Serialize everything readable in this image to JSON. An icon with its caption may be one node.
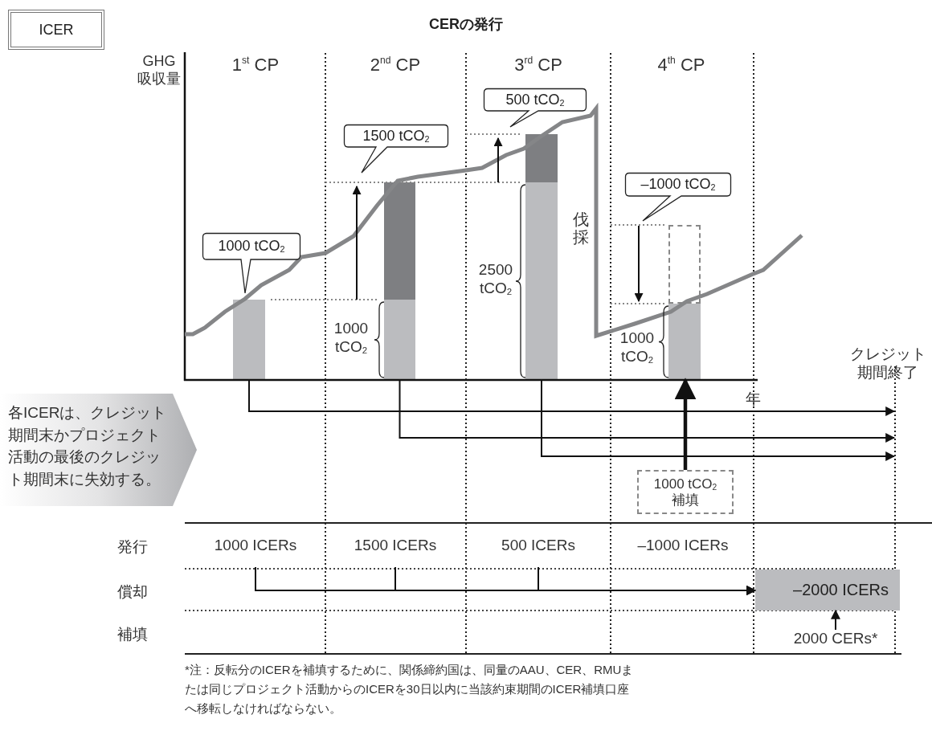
{
  "diagram": {
    "title": "CERの発行",
    "caption": "*注：反転分のICERを補填するために、関係締約国は、同量のAAU、CER、RMUまたは同じプロジェクト活動からのICERを30日以内に当該約束期間のICER補填口座へ移転しなければならない。",
    "nodes": [
      {
        "text": [
          "ICER"
        ]
      },
      {
        "text": [
          "1000 tCO$_{2}$"
        ]
      },
      {
        "text": [
          "1500 tCO$_{2}$"
        ]
      },
      {
        "text": [
          "500 tCO$_{2}$"
        ]
      },
      {
        "text": [
          "–1000 tCO$_{2}$"
        ]
      },
      {
        "text": [],
        "shape": "bar"
      },
      {
        "text": [],
        "shape": "bar"
      },
      {
        "text": [],
        "shape": "bar"
      },
      {
        "text": [],
        "shape": "bar"
      },
      {
        "text": [],
        "shape": "bar"
      },
      {
        "text": [],
        "shape": "box"
      },
      {
        "text": [],
        "shape": "bar"
      },
      {
        "text": [
          "各ICERは、クレジット期間末かプロジェクト活動の最後のクレジット期間末に失効する。"
        ]
      },
      {
        "text": [
          "1000 tCO$_{2}$ 補填"
        ]
      },
      {
        "text": [
          "1000 ICERs"
        ]
      },
      {
        "text": [
          "1500 ICERs"
        ]
      },
      {
        "text": [
          "500 ICERs"
        ]
      },
      {
        "text": [
          "–2000 ICERs"
        ]
      },
      {
        "text": [
          "2000 CERs*"
        ]
      }
    ],
    "edges": [
      {
        "from": 5,
        "to": null,
        "arrow": "to"
      },
      {
        "from": 6,
        "to": null,
        "arrow": "to"
      },
      {
        "from": 8,
        "to": null,
        "arrow": "to"
      },
      {
        "from": 13,
        "to": 11,
        "arrow": "to",
        "style": "thick"
      },
      {
        "from": 14,
        "to": 17,
        "arrow": "to"
      },
      {
        "from": 15,
        "to": 17,
        "arrow": "to"
      },
      {
        "from": 16,
        "to": 17,
        "arrow": "to"
      },
      {
        "from": 18,
        "to": 17,
        "arrow": "to"
      }
    ],
    "labels": [
      "GHG 吸収量",
      "1$^{st}$ CP",
      "2$^{nd}$ CP",
      "3$^{rd}$ CP",
      "4$^{th}$ CP",
      "1000 tCO$_{2}$",
      "2500 tCO$_{2}$",
      "伐採",
      "1000 tCO$_{2}$",
      "クレジット期間終了",
      "年",
      "発行",
      "償却",
      "補填",
      "–1000 ICERs"
    ]
  }
}
